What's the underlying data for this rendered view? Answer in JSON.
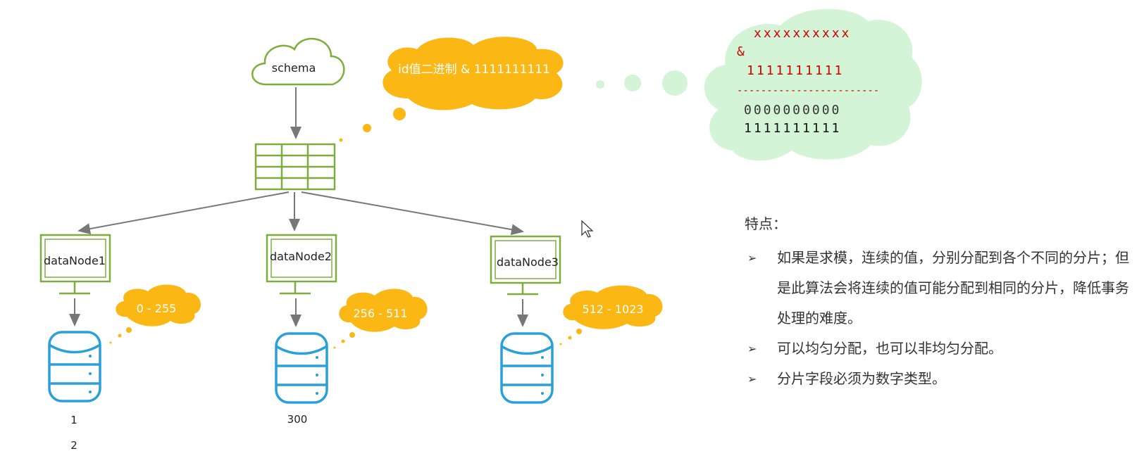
{
  "schema": {
    "label": "schema"
  },
  "bubble": {
    "text": "id值二进制 & 1111111111"
  },
  "calc": {
    "line1": "xxxxxxxxxx",
    "op": "&",
    "line2": "1111111111",
    "divider": "------------------------",
    "result1": "0000000000",
    "result2": "1111111111"
  },
  "nodes": [
    {
      "name": "dataNode1",
      "range": "0 - 255"
    },
    {
      "name": "dataNode2",
      "range": "256 - 511"
    },
    {
      "name": "dataNode3",
      "range": "512 - 1023"
    }
  ],
  "notes": {
    "n1": "1",
    "n2": "2",
    "n3": "300"
  },
  "features": {
    "title": "特点：",
    "items": [
      "如果是求模，连续的值，分别分配到各个不同的分片；但是此算法会将连续的值可能分配到相同的分片，降低事务处理的难度。",
      "可以均匀分配，也可以非均匀分配。",
      "分片字段必须为数字类型。"
    ],
    "bullet": "➢"
  },
  "colors": {
    "green": "#7dae3c",
    "orange": "#fbb714",
    "blue": "#2a9fd8",
    "lightgreen": "#d3f4d6",
    "red": "#d00000"
  }
}
